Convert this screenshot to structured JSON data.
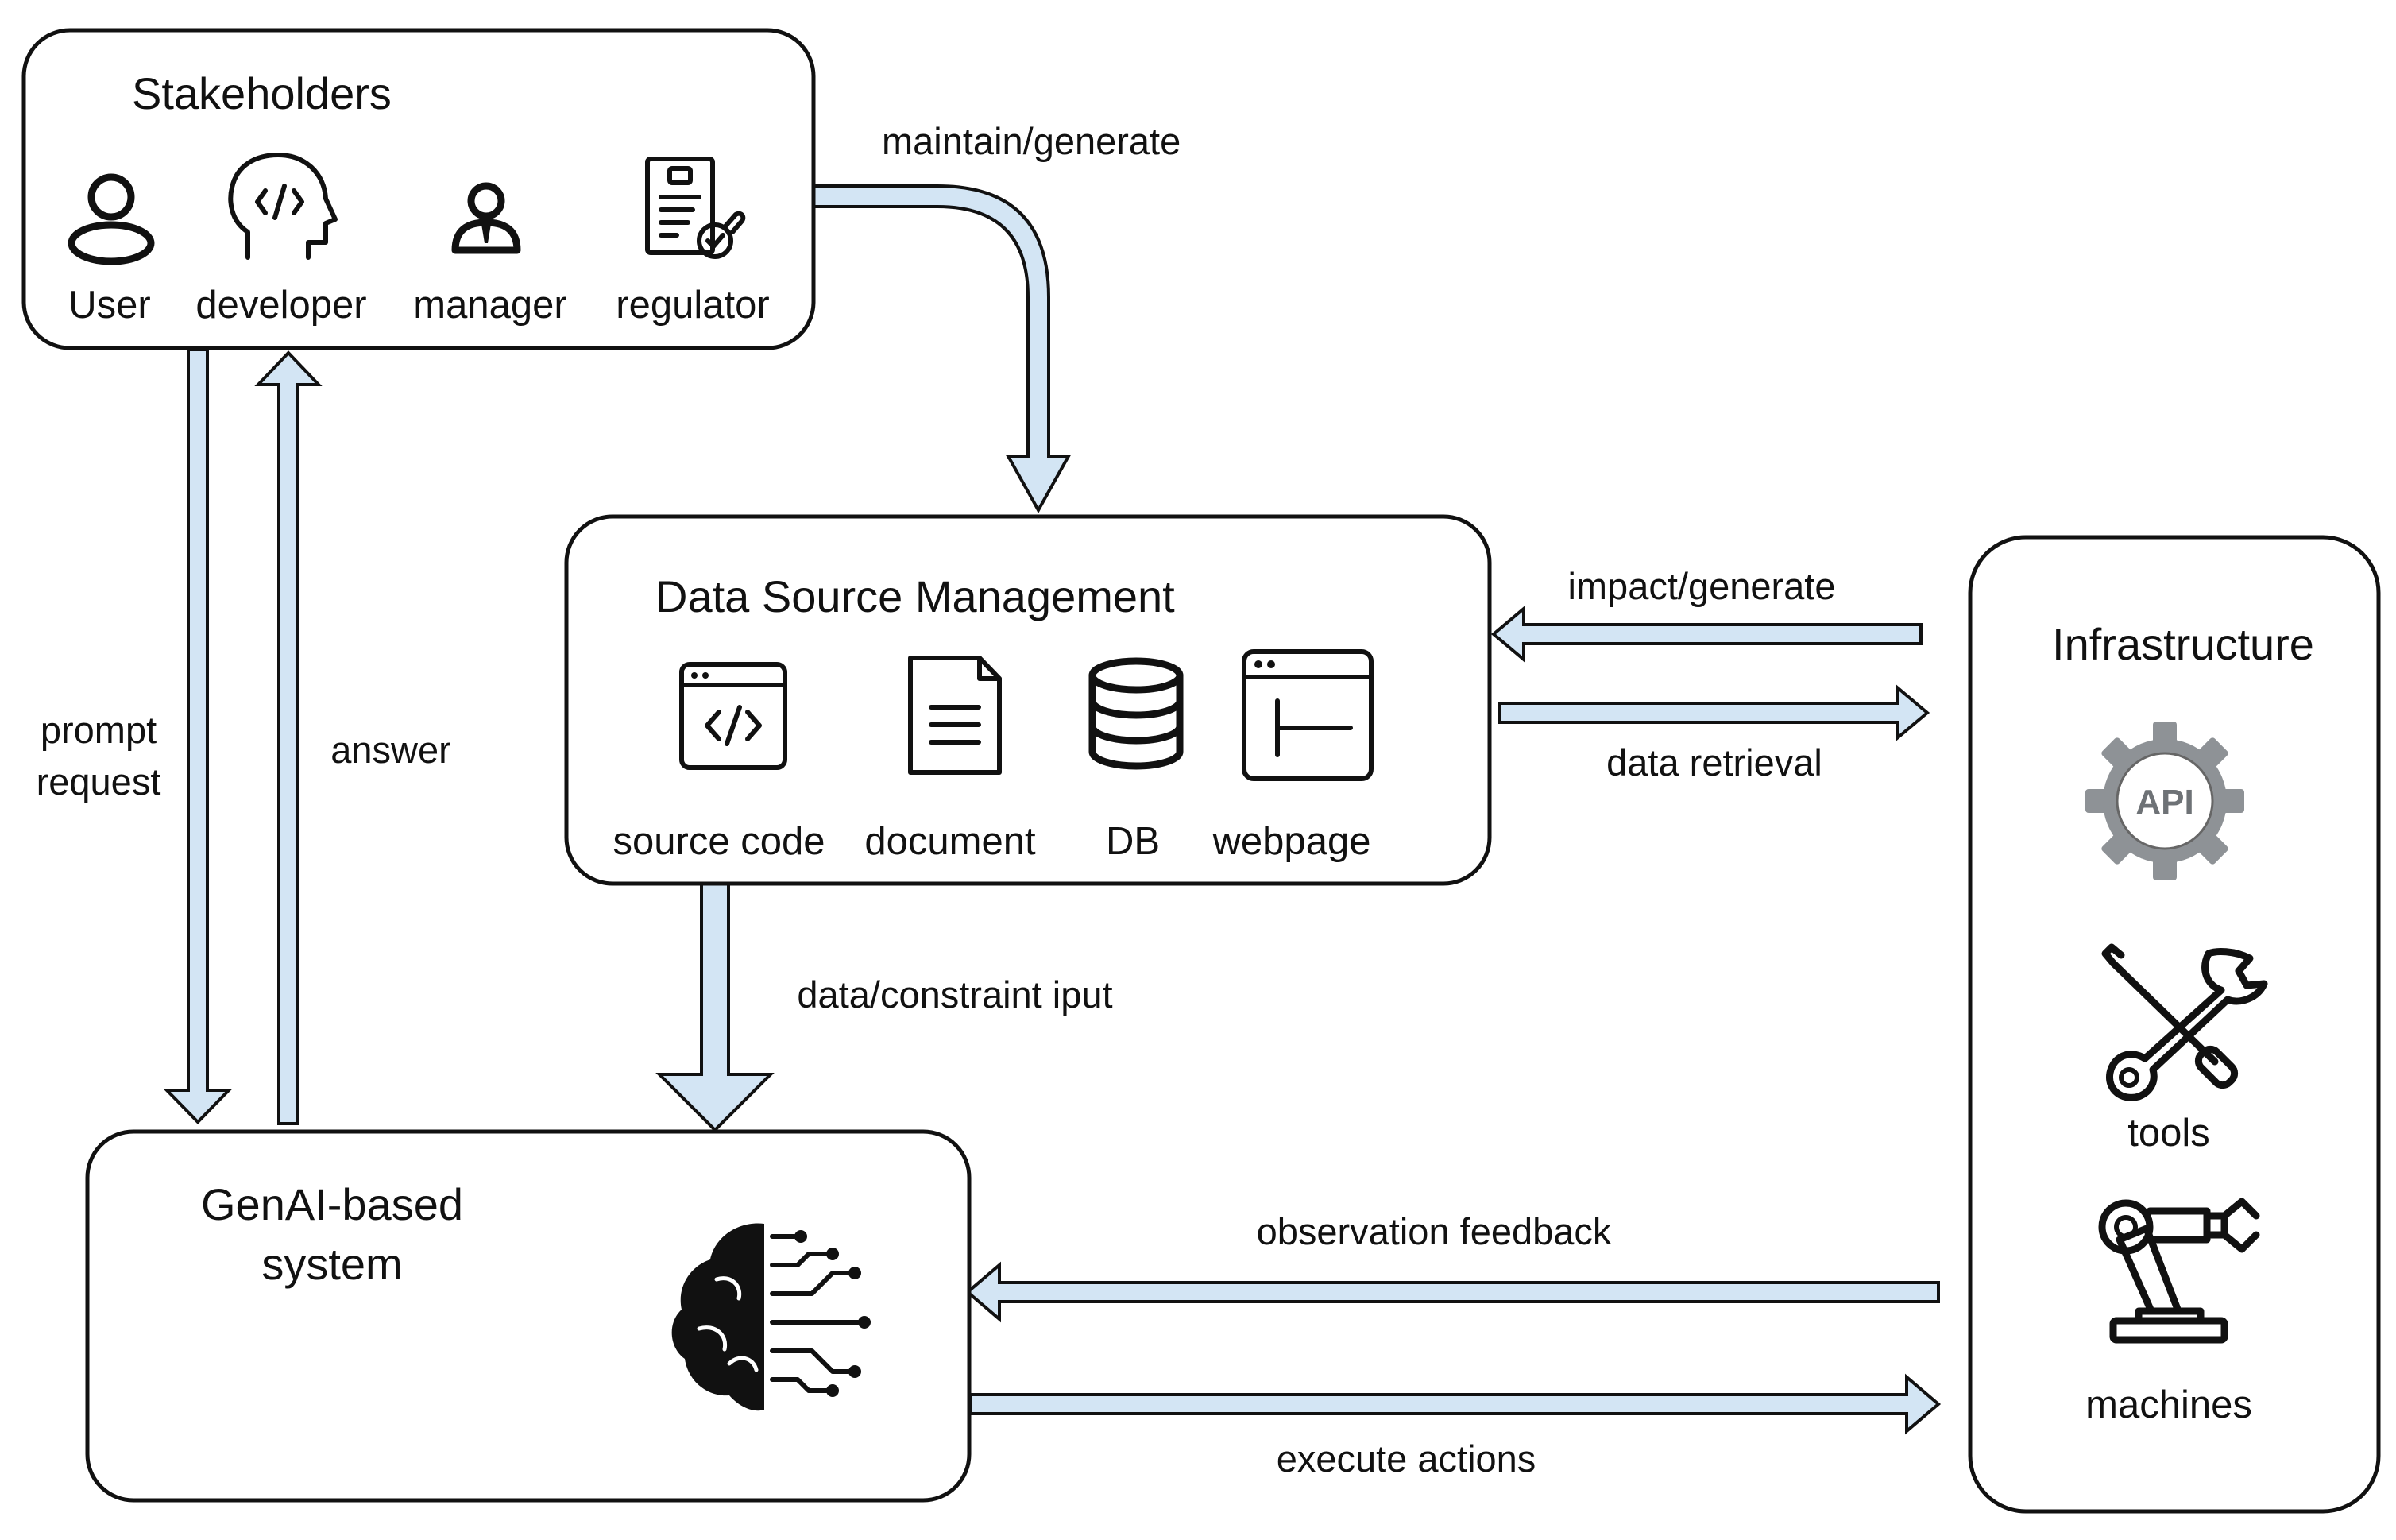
{
  "stakeholders": {
    "title": "Stakeholders",
    "items": [
      {
        "label": "User",
        "icon": "user-icon"
      },
      {
        "label": "developer",
        "icon": "developer-head-icon"
      },
      {
        "label": "manager",
        "icon": "manager-icon"
      },
      {
        "label": "regulator",
        "icon": "regulator-clipboard-icon"
      }
    ]
  },
  "data_source": {
    "title": "Data Source Management",
    "items": [
      {
        "label": "source code",
        "icon": "source-code-icon"
      },
      {
        "label": "document",
        "icon": "document-icon"
      },
      {
        "label": "DB",
        "icon": "database-icon"
      },
      {
        "label": "webpage",
        "icon": "webpage-icon"
      }
    ]
  },
  "genai": {
    "title_line1": "GenAI-based",
    "title_line2": "system",
    "icon": "ai-brain-icon"
  },
  "infrastructure": {
    "title": "Infrastructure",
    "items": [
      {
        "label": "",
        "icon": "api-gear-icon",
        "icon_text": "API"
      },
      {
        "label": "tools",
        "icon": "tools-icon"
      },
      {
        "label": "machines",
        "icon": "robot-arm-icon"
      }
    ]
  },
  "edges": {
    "maintain_generate": "maintain/generate",
    "prompt_line1": "prompt",
    "prompt_line2": "request",
    "answer": "answer",
    "impact_generate": "impact/generate",
    "data_retrieval": "data retrieval",
    "data_constraint_input": "data/constraint iput",
    "observation_feedback": "observation feedback",
    "execute_actions": "execute actions"
  },
  "colors": {
    "arrow_fill": "#d3e5f4",
    "stroke": "#111111",
    "background": "#ffffff"
  }
}
